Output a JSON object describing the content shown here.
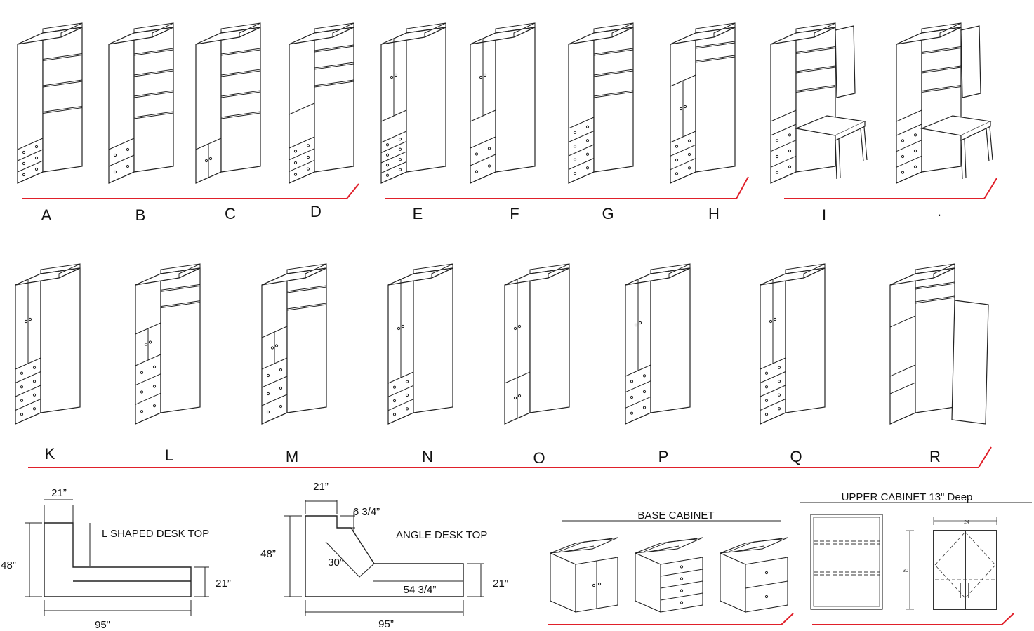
{
  "units": {
    "row1": [
      "A",
      "B",
      "C",
      "D",
      "E",
      "F",
      "G",
      "H",
      "I",
      "."
    ],
    "row2": [
      "K",
      "L",
      "M",
      "N",
      "O",
      "P",
      "Q",
      "R"
    ]
  },
  "l_desk": {
    "title": "L SHAPED DESK TOP",
    "dims": {
      "top": "21”",
      "left": "48”",
      "right": "21”",
      "bottom": "95\""
    }
  },
  "angle_desk": {
    "title": "ANGLE DESK TOP",
    "dims": {
      "top": "21”",
      "notch": "6 3/4”",
      "left": "48”",
      "angle": "30”",
      "inner": "54 3/4”",
      "right": "21”",
      "bottom": "95”"
    }
  },
  "base": {
    "title": "BASE CABINET"
  },
  "upper": {
    "title": "UPPER CABINET 13\" Deep",
    "width_label": "24",
    "height_label": "30"
  },
  "colors": {
    "accent": "#e0202a",
    "line": "#222222"
  }
}
